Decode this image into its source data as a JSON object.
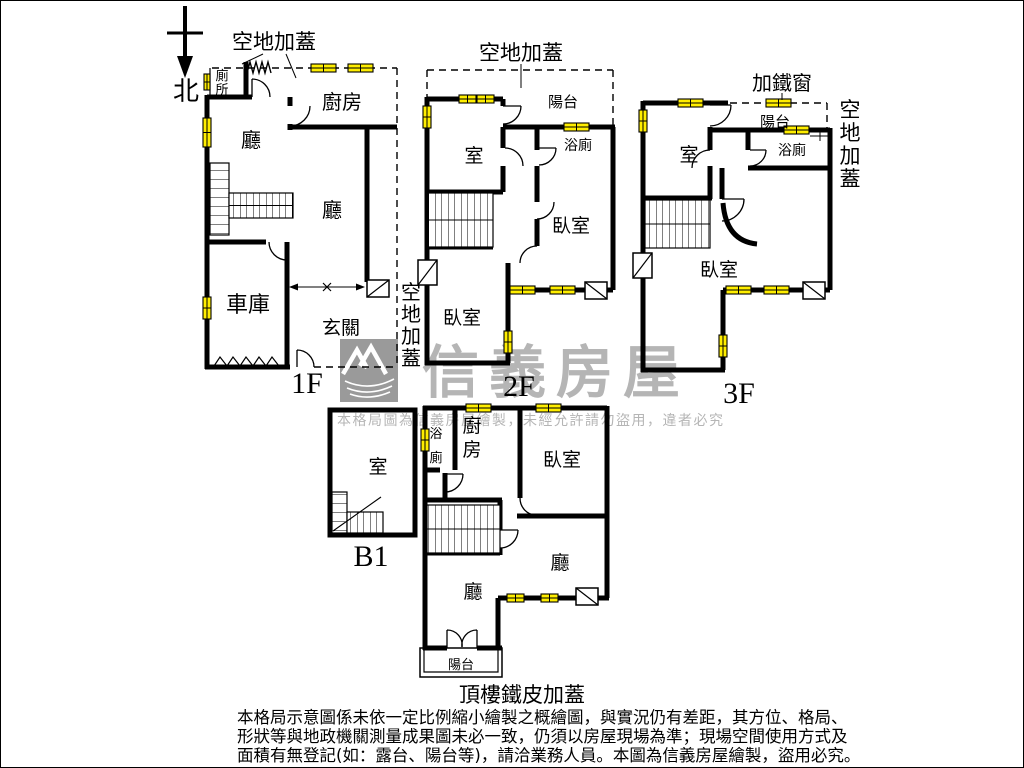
{
  "palette": {
    "wall": "#000000",
    "window_fill": "#ffee00",
    "watermark_gray": "#b5b5b5",
    "logo_gray": "#9a9a9a",
    "background": "#ffffff"
  },
  "compass": {
    "north_label": "北"
  },
  "floor_1f": {
    "floor_label": "1F",
    "cover_label": "空地加蓋",
    "toilet_chars": [
      "廁",
      "所"
    ],
    "kitchen": "廚房",
    "hall_upper": "廳",
    "hall_lower": "廳",
    "garage": "車庫",
    "entry": "玄關",
    "side_cover_chars": [
      "空",
      "地",
      "加",
      "蓋"
    ]
  },
  "floor_2f": {
    "floor_label": "2F",
    "cover_label": "空地加蓋",
    "balcony": "陽台",
    "room": "室",
    "bath": "浴廁",
    "bedroom_right": "臥室",
    "bedroom_left": "臥室"
  },
  "floor_3f": {
    "floor_label": "3F",
    "iron_window_label": "加鐵窗",
    "balcony": "陽台",
    "room": "室",
    "bath": "浴廁",
    "bedroom": "臥室",
    "side_cover_chars": [
      "空",
      "地",
      "加",
      "蓋"
    ]
  },
  "floor_b1": {
    "floor_label": "B1",
    "room": "室"
  },
  "roof": {
    "caption": "頂樓鐵皮加蓋",
    "bath_chars": [
      "浴",
      "廁"
    ],
    "kitchen_chars": [
      "廚",
      "房"
    ],
    "bedroom": "臥室",
    "hall_upper": "廳",
    "hall_lower": "廳",
    "balcony": "陽台"
  },
  "watermark": {
    "brand": "信義房屋",
    "notice": "本格局圖為信義房屋繪製，未經允許請勿盜用，違者必究"
  },
  "disclaimer": {
    "lines": [
      "本格局示意圖係未依一定比例縮小繪製之概繪圖，與實況仍有差距，其方位、格局、",
      "形狀等與地政機關測量成果圖未必一致，仍須以房屋現場為準；現場空間使用方式及",
      "面積有無登記(如：露台、陽台等)，請洽業務人員。本圖為信義房屋繪製，盜用必究。"
    ]
  }
}
